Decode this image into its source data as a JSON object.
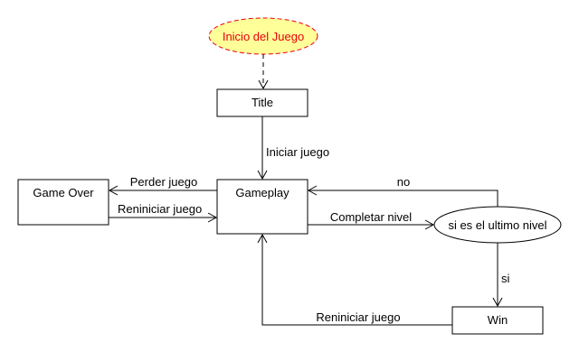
{
  "nodes": {
    "start": {
      "label": "Inicio del Juego",
      "fill": "#ffff99",
      "stroke": "#e8000b",
      "text_color": "#e8000b"
    },
    "title": {
      "label": "Title"
    },
    "gameplay": {
      "label": "Gameplay"
    },
    "game_over": {
      "label": "Game Over"
    },
    "decision": {
      "label": "si es el ultimo nivel"
    },
    "win": {
      "label": "Win"
    }
  },
  "edges": {
    "iniciar": {
      "label": "Iniciar juego"
    },
    "perder": {
      "label": "Perder juego"
    },
    "reiniciar_gameover": {
      "label": "Reniniciar juego"
    },
    "completar": {
      "label": "Completar nivel"
    },
    "no": {
      "label": "no"
    },
    "si": {
      "label": "si"
    },
    "reiniciar_win": {
      "label": "Reniniciar juego"
    }
  }
}
